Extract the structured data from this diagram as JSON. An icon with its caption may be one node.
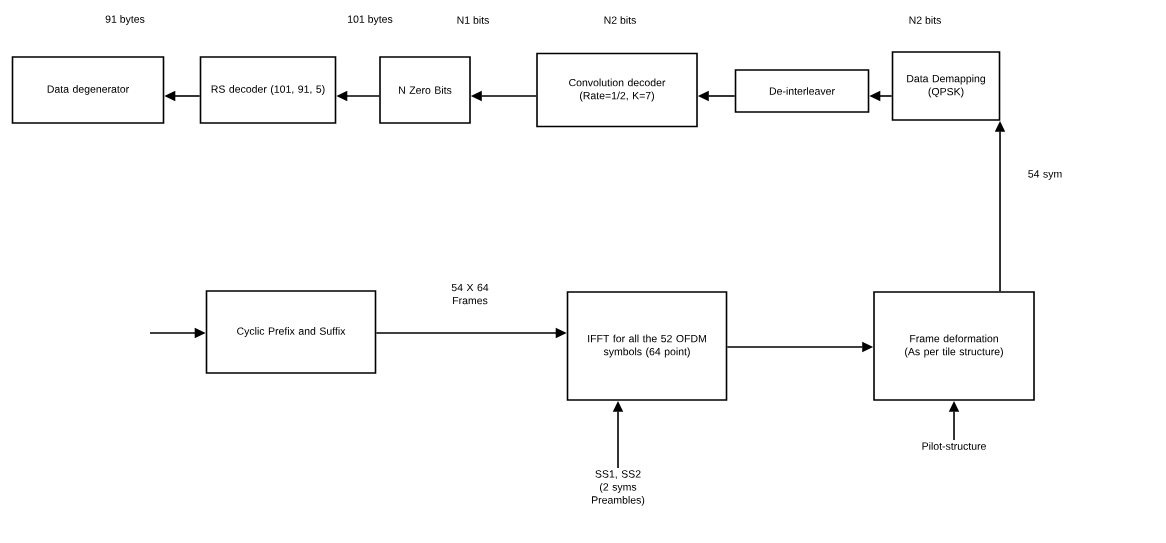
{
  "diagram": {
    "nodes": [
      {
        "text": [
          "Data degenerator"
        ]
      },
      {
        "text": [
          "RS decoder (101, 91, 5)"
        ]
      },
      {
        "text": [
          "N Zero Bits"
        ]
      },
      {
        "text": [
          "Convolution decoder (Rate=1/2, K=7)"
        ]
      },
      {
        "text": [
          "De-interleaver"
        ]
      },
      {
        "text": [
          "Data Demapping (QPSK)"
        ]
      },
      {
        "text": [
          "Cyclic Prefix and Suffix"
        ]
      },
      {
        "text": [
          "IFFT for all the 52 OFDM symbols (64 point)"
        ]
      },
      {
        "text": [
          "Frame deformation (As per tile structure)"
        ]
      },
      {
        "text": [
          "SS1, SS2 (2 syms Preambles)"
        ]
      },
      {
        "text": [
          "Pilot-structure"
        ]
      }
    ],
    "edges": [
      {
        "from": 5,
        "to": 4,
        "arrow": "to"
      },
      {
        "from": 4,
        "to": 3,
        "arrow": "to"
      },
      {
        "from": 3,
        "to": 2,
        "arrow": "to"
      },
      {
        "from": 2,
        "to": 1,
        "arrow": "to"
      },
      {
        "from": 1,
        "to": 0,
        "arrow": "to"
      },
      {
        "from": null,
        "to": 6,
        "arrow": "to"
      },
      {
        "from": 6,
        "to": 7,
        "arrow": "to",
        "label": "54 X 64 Frames"
      },
      {
        "from": 7,
        "to": 8,
        "arrow": "to"
      },
      {
        "from": 8,
        "to": 5,
        "arrow": "to",
        "label": "54 sym"
      },
      {
        "from": 9,
        "to": 7,
        "arrow": "to"
      },
      {
        "from": 10,
        "to": 8,
        "arrow": "to"
      }
    ],
    "labels": [
      "91 bytes",
      "101 bytes",
      "N1 bits",
      "N2 bits",
      "N2 bits"
    ]
  }
}
